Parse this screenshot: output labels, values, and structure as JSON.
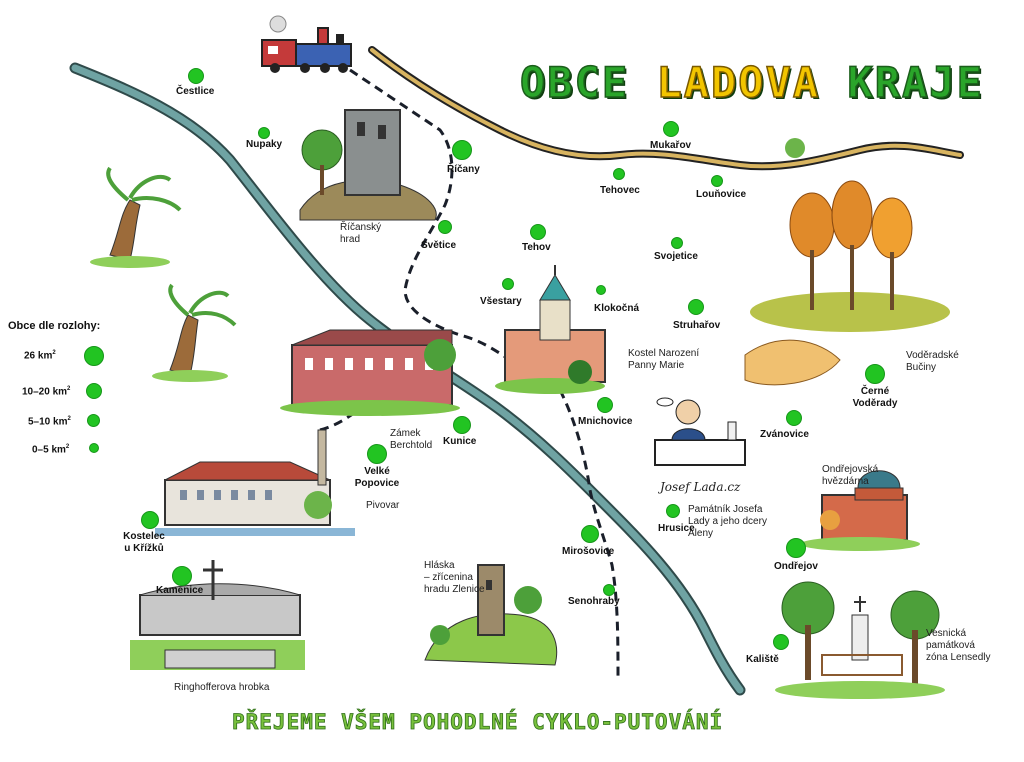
{
  "title": {
    "part1": "OBCE ",
    "part2": "LADOVA",
    "part3": " KRAJE"
  },
  "footer": "PŘEJEME VŠEM POHODLNÉ CYKLO-PUTOVÁNÍ",
  "legend": {
    "title": "Obce dle rozlohy:",
    "items": [
      {
        "label": "26 km",
        "sup": "2"
      },
      {
        "label": "10–20 km",
        "sup": "2"
      },
      {
        "label": "5–10 km",
        "sup": "2"
      },
      {
        "label": "0–5 km",
        "sup": "2"
      }
    ]
  },
  "villages": {
    "cestlice": "Čestlice",
    "nupaky": "Nupaky",
    "ricany": "Říčany",
    "svetice": "Světice",
    "tehov": "Tehov",
    "mukarov": "Mukařov",
    "tehovec": "Tehovec",
    "lounovice": "Louňovice",
    "svojetice": "Svojetice",
    "vsestary": "Všestary",
    "klokocna": "Klokočná",
    "struharov": "Struhařov",
    "cerne_voderady_1": "Černé",
    "cerne_voderady_2": "Voděrady",
    "mnichovice": "Mnichovice",
    "zvanovice": "Zvánovice",
    "kunice": "Kunice",
    "velke_popovice_1": "Velké",
    "velke_popovice_2": "Popovice",
    "kostelec_1": "Kostelec",
    "kostelec_2": "u Křížků",
    "kamenice": "Kamenice",
    "mirosovice": "Mirošovice",
    "senohraby": "Senohraby",
    "hrusice": "Hrusice",
    "ondrejov": "Ondřejov",
    "kaliste": "Kaliště"
  },
  "landmarks": {
    "ricansky_hrad": "Říčanský\nhrad",
    "kostel": "Kostel Narození\nPanny Marie",
    "voderadske": "Voděradské\nBučiny",
    "zamek": "Zámek\nBerchtold",
    "pivovar": "Pivovar",
    "hvezdarna": "Ondřejovská\nhvězdárna",
    "pamatnik": "Památník Josefa\nLady a jeho dcery\nAleny",
    "hlaska": "Hláska\n– zřícenina\nhradu Zlenice",
    "ringhoffer": "Ringhofferova hrobka",
    "lensedly": "Vesnická\npamátková\nzóna Lensedly"
  },
  "signature": "Josef Lada.cz",
  "colors": {
    "dot": "#22c422",
    "river": "#5f8c8c",
    "road": "#c9a24a",
    "title_green": "#2aa52a",
    "title_yellow": "#f2c500",
    "footer_green": "#78c03c"
  }
}
